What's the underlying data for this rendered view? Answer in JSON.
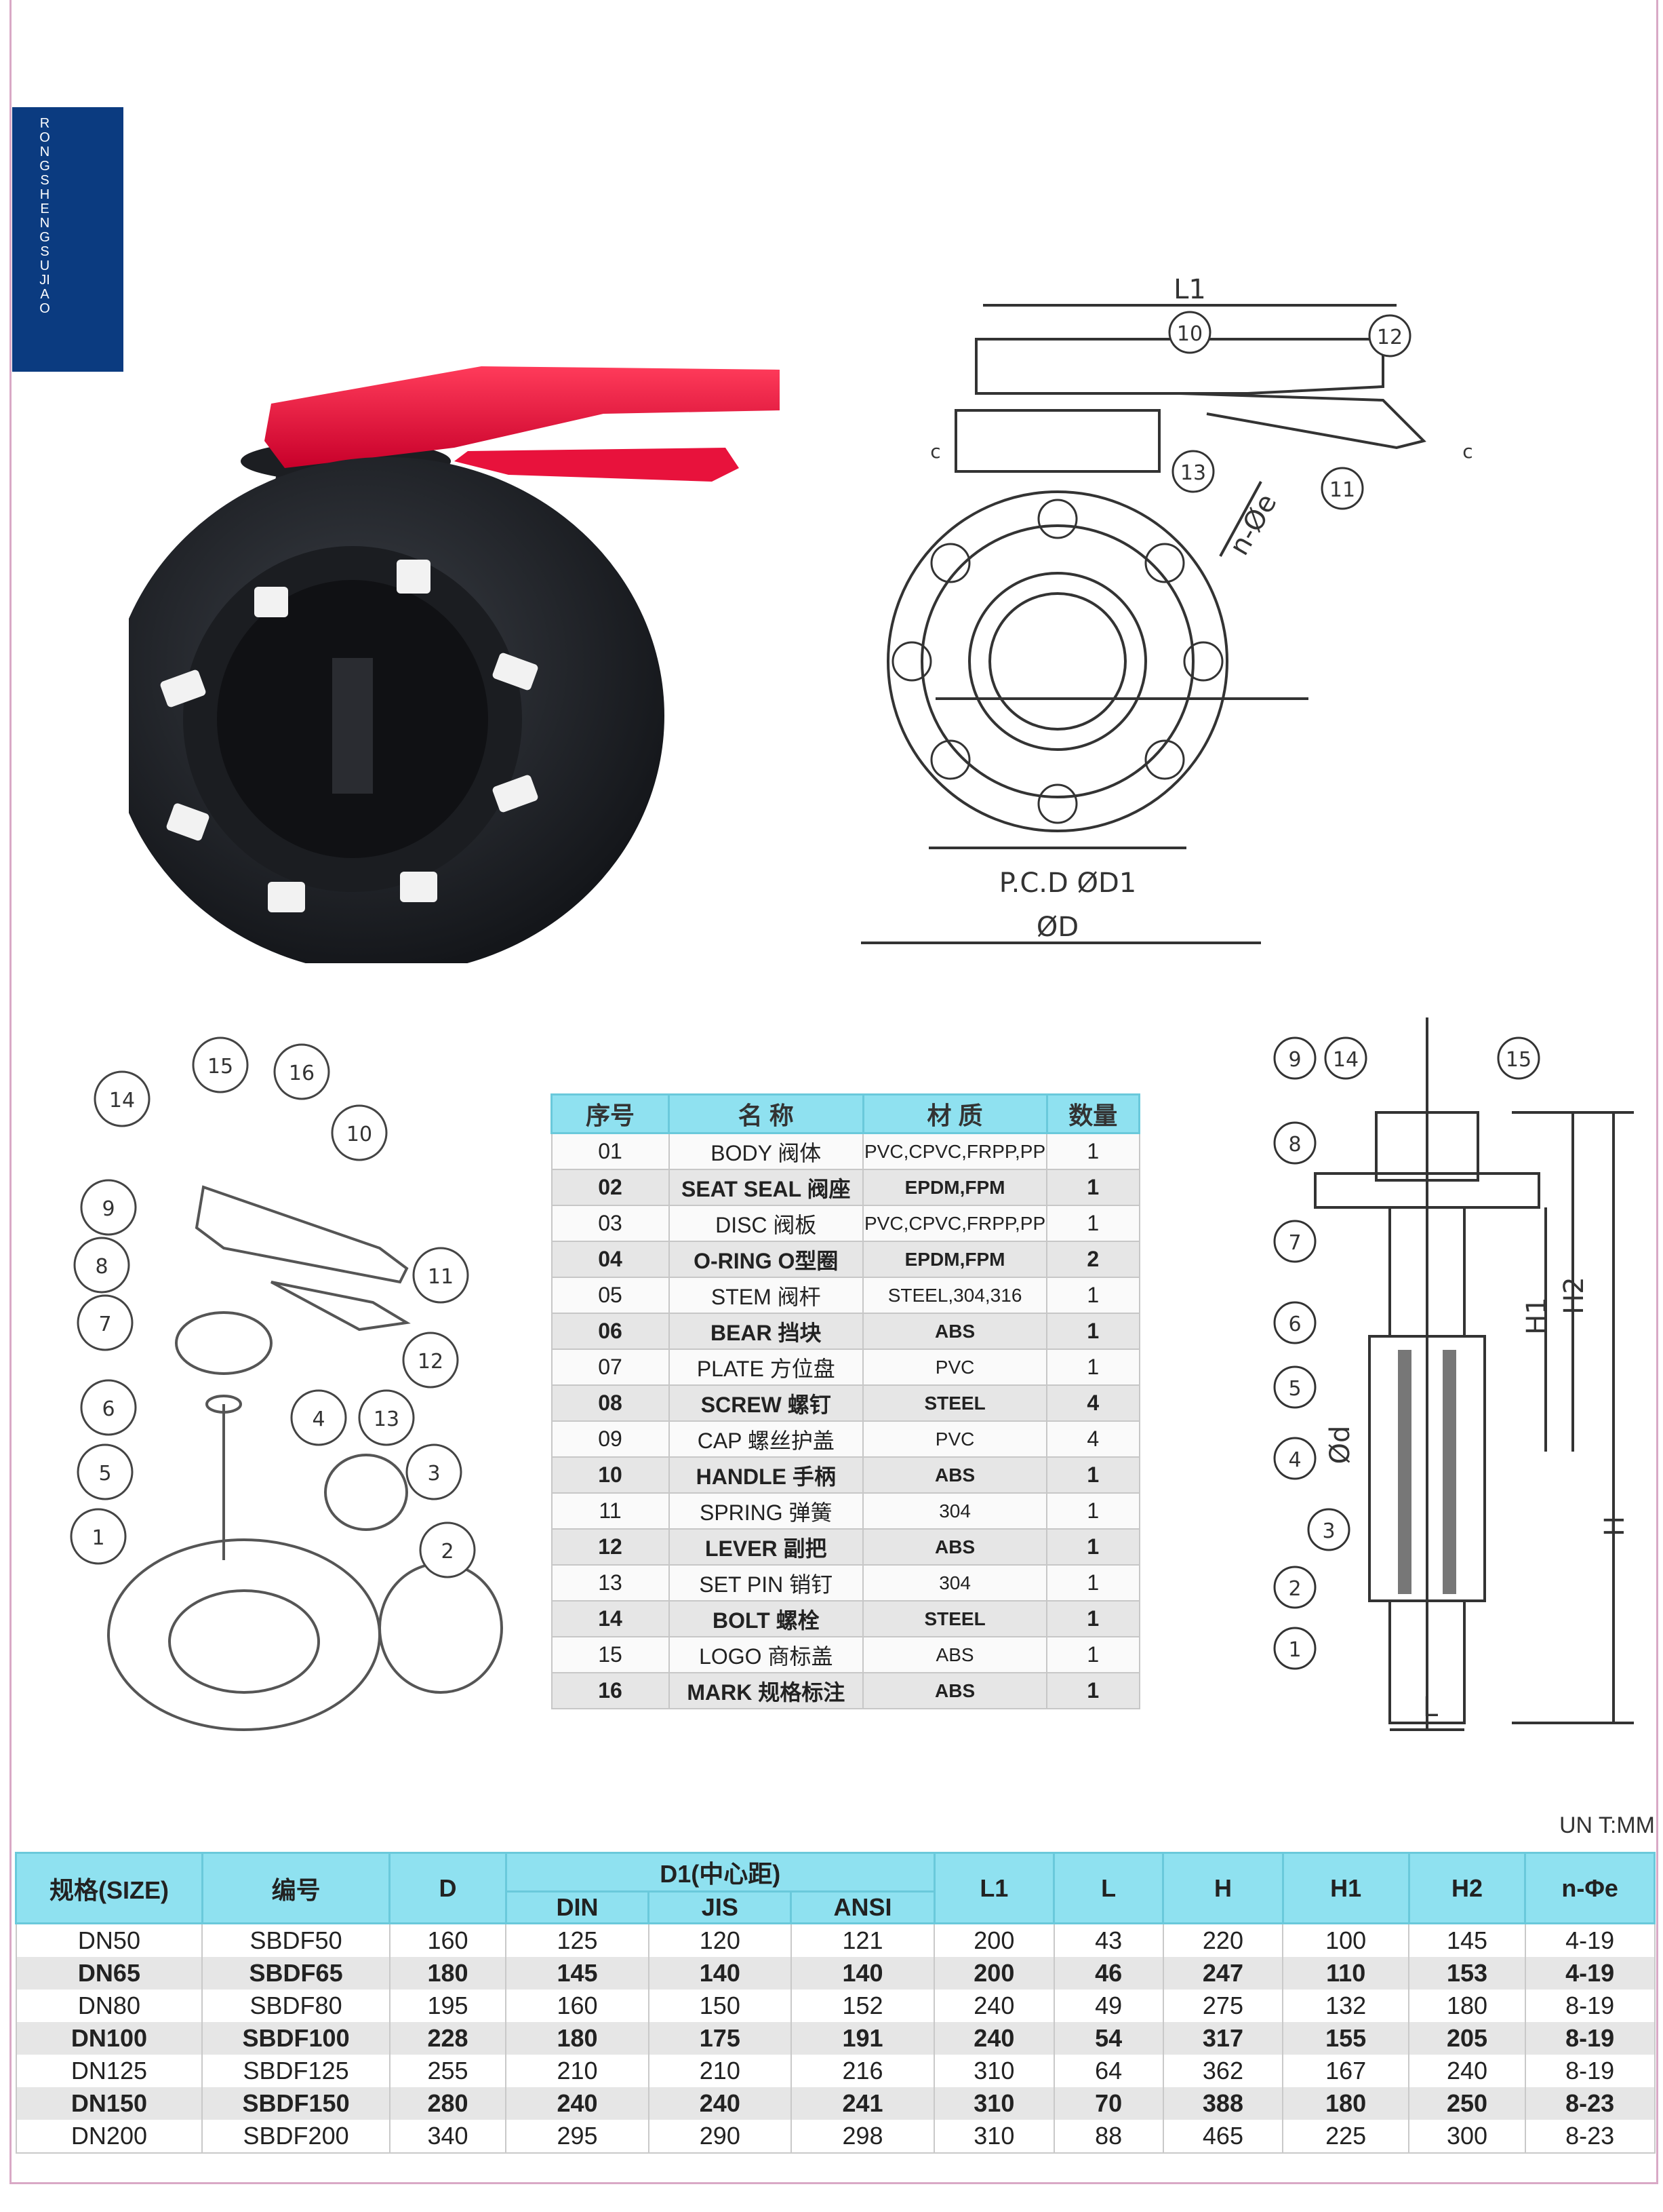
{
  "brand": "RONGSHENGSUJIAO",
  "drawing_front": {
    "top_dim": "L1",
    "callouts": [
      "10",
      "12",
      "13",
      "11"
    ],
    "n_phi_e": "n-Øe",
    "section": "c",
    "pcd": "P.C.D ØD1",
    "od": "ØD"
  },
  "drawing_exploded": {
    "callouts": [
      "15",
      "16",
      "14",
      "10",
      "9",
      "8",
      "11",
      "7",
      "12",
      "13",
      "6",
      "4",
      "3",
      "5",
      "1",
      "2"
    ]
  },
  "drawing_section": {
    "callouts": [
      "9",
      "14",
      "15",
      "8",
      "7",
      "6",
      "5",
      "4",
      "3",
      "2",
      "1"
    ],
    "dims": [
      "H1",
      "H2",
      "H",
      "Ød",
      "L"
    ]
  },
  "parts_table": {
    "headers": [
      "序号",
      "名 称",
      "材 质",
      "数量"
    ],
    "rows": [
      [
        "01",
        "BODY 阀体",
        "PVC,CPVC,FRPP,PP",
        "1"
      ],
      [
        "02",
        "SEAT SEAL 阀座",
        "EPDM,FPM",
        "1"
      ],
      [
        "03",
        "DISC 阀板",
        "PVC,CPVC,FRPP,PP",
        "1"
      ],
      [
        "04",
        "O-RING O型圈",
        "EPDM,FPM",
        "2"
      ],
      [
        "05",
        "STEM 阀杆",
        "STEEL,304,316",
        "1"
      ],
      [
        "06",
        "BEAR 挡块",
        "ABS",
        "1"
      ],
      [
        "07",
        "PLATE 方位盘",
        "PVC",
        "1"
      ],
      [
        "08",
        "SCREW 螺钉",
        "STEEL",
        "4"
      ],
      [
        "09",
        "CAP 螺丝护盖",
        "PVC",
        "4"
      ],
      [
        "10",
        "HANDLE 手柄",
        "ABS",
        "1"
      ],
      [
        "11",
        "SPRING 弹簧",
        "304",
        "1"
      ],
      [
        "12",
        "LEVER 副把",
        "ABS",
        "1"
      ],
      [
        "13",
        "SET PIN 销钉",
        "304",
        "1"
      ],
      [
        "14",
        "BOLT 螺栓",
        "STEEL",
        "1"
      ],
      [
        "15",
        "LOGO 商标盖",
        "ABS",
        "1"
      ],
      [
        "16",
        "MARK 规格标注",
        "ABS",
        "1"
      ]
    ]
  },
  "unit": "UN T:MM",
  "spec_table": {
    "h_size": "规格(SIZE)",
    "h_code": "编号",
    "h_D": "D",
    "h_D1": "D1(中心距)",
    "h_din": "DIN",
    "h_jis": "JIS",
    "h_ansi": "ANSI",
    "h_L1": "L1",
    "h_L": "L",
    "h_H": "H",
    "h_H1": "H1",
    "h_H2": "H2",
    "h_ne": "n-Φe",
    "rows": [
      [
        "DN50",
        "SBDF50",
        "160",
        "125",
        "120",
        "121",
        "200",
        "43",
        "220",
        "100",
        "145",
        "4-19"
      ],
      [
        "DN65",
        "SBDF65",
        "180",
        "145",
        "140",
        "140",
        "200",
        "46",
        "247",
        "110",
        "153",
        "4-19"
      ],
      [
        "DN80",
        "SBDF80",
        "195",
        "160",
        "150",
        "152",
        "240",
        "49",
        "275",
        "132",
        "180",
        "8-19"
      ],
      [
        "DN100",
        "SBDF100",
        "228",
        "180",
        "175",
        "191",
        "240",
        "54",
        "317",
        "155",
        "205",
        "8-19"
      ],
      [
        "DN125",
        "SBDF125",
        "255",
        "210",
        "210",
        "216",
        "310",
        "64",
        "362",
        "167",
        "240",
        "8-19"
      ],
      [
        "DN150",
        "SBDF150",
        "280",
        "240",
        "240",
        "241",
        "310",
        "70",
        "388",
        "180",
        "250",
        "8-23"
      ],
      [
        "DN200",
        "SBDF200",
        "340",
        "295",
        "290",
        "298",
        "310",
        "88",
        "465",
        "225",
        "300",
        "8-23"
      ]
    ]
  }
}
